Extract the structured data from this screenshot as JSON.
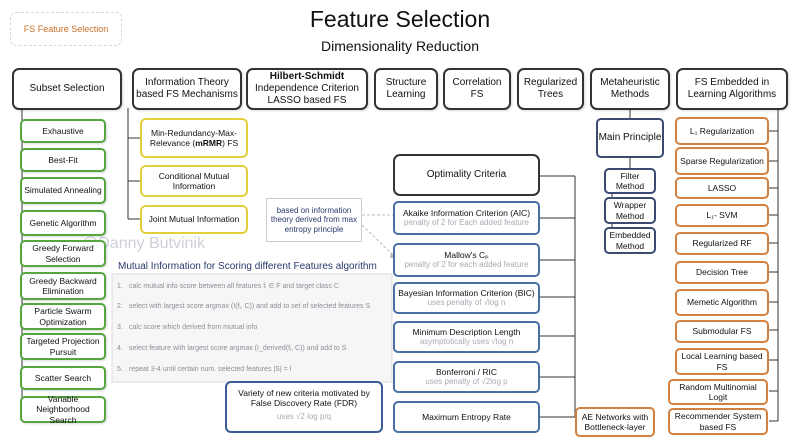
{
  "badge": "FS Feature Selection",
  "title": "Feature Selection",
  "subtitle": "Dimensionality Reduction",
  "watermark": "@Danny Butvinik",
  "top_categories": [
    {
      "label": "Subset Selection"
    },
    {
      "label": "Information Theory based FS Mechanisms"
    },
    {
      "label_bold": "Hilbert-Schmidt",
      "label": "Independence Criterion LASSO based FS"
    },
    {
      "label": "Structure Learning"
    },
    {
      "label": "Correlation FS"
    },
    {
      "label": "Regularized Trees"
    },
    {
      "label": "Metaheuristic Methods"
    },
    {
      "label": "FS Embedded in Learning Algorithms"
    }
  ],
  "subset_methods": [
    "Exhaustive",
    "Best-Fit",
    "Simulated Annealing",
    "Genetic Algorithm",
    "Greedy Forward Selection",
    "Greedy Backward Elimination",
    "Particle Swarm Optimization",
    "Targeted Projection Pursuit",
    "Scatter Search",
    "Variable Neighborhood Search"
  ],
  "info_theory_methods": {
    "mrmr_text": "Min-Redundancy-Max-Relevance (",
    "mrmr_bold": "mRMR",
    "mrmr_suffix": ") FS",
    "cmi": "Conditional Mutual Information",
    "jmi": "Joint Mutual Information"
  },
  "note": "based on information theory derived from max entropy principle",
  "algorithm": {
    "title": "Mutual Information for Scoring different Features algorithm",
    "steps": [
      {
        "n": "1.",
        "text": "calc mutual info score between all features fᵢ ∈ F and target class C"
      },
      {
        "n": "2.",
        "text": "select with largest score argmax (I(fᵢ, C)) and add to set of selected features S"
      },
      {
        "n": "3.",
        "text": "calc score which derived from mutual info"
      },
      {
        "n": "4.",
        "text": "select feature with largest score argmax (I_derived(fᵢ, C)) and add to S"
      },
      {
        "n": "5.",
        "text": "repeat 3-4 until certain num. selected features |S| = l"
      }
    ]
  },
  "optimality": {
    "title": "Optimality Criteria",
    "criteria": [
      {
        "name": "Akaike Information Criterion (AIC)",
        "desc": "penalty of 2 for Each added feature"
      },
      {
        "name": "Mallow's Cₚ",
        "desc": "penalty of 2 for each added feature"
      },
      {
        "name": "Bayesian Information Criterion (BIC)",
        "desc": "uses penalty of √log n"
      },
      {
        "name": "Minimum Description Length",
        "desc": "asymptotically uses √log n"
      },
      {
        "name": "Bonferroni / RIC",
        "desc": "uses penalty of √2log p"
      },
      {
        "name": "Maximum Entropy Rate",
        "desc": ""
      }
    ]
  },
  "fdr": {
    "text": "Variety of new criteria motivated by False Discovery Rate (FDR)",
    "formula": "uses √2 log p/q"
  },
  "metaheuristic": {
    "main": "Main Principle",
    "methods": [
      "Filter Method",
      "Wrapper Method",
      "Embedded Method"
    ],
    "ae": "AE Networks with Bottleneck-layer"
  },
  "embedded_methods": [
    "L₁ Regularization",
    "Sparse Regularization",
    "LASSO",
    "L₁- SVM",
    "Regularized RF",
    "Decision Tree",
    "Memetic Algorithm",
    "Submodular FS",
    "Local Learning based FS",
    "Random Multinomial Logit",
    "Recommender System based FS"
  ]
}
